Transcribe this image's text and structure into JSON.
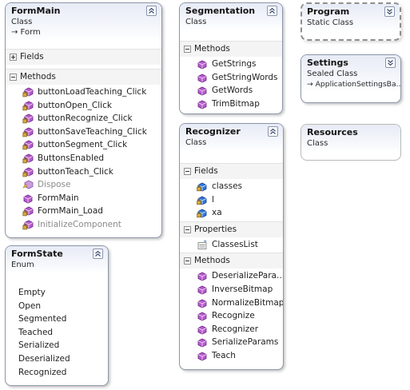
{
  "shapes": {
    "formmain": {
      "name": "FormMain",
      "kind": "Class",
      "base": "→ Form",
      "fields_label": "Fields",
      "methods_label": "Methods",
      "methods": [
        "buttonLoadTeaching_Click",
        "buttonOpen_Click",
        "buttonRecognize_Click",
        "buttonSaveTeaching_Click",
        "buttonSegment_Click",
        "ButtonsEnabled",
        "buttonTeach_Click",
        "Dispose",
        "FormMain",
        "FormMain_Load",
        "InitializeComponent"
      ]
    },
    "segmentation": {
      "name": "Segmentation",
      "kind": "Class",
      "methods_label": "Methods",
      "methods": [
        "GetStrings",
        "GetStringWords",
        "GetWords",
        "TrimBitmap"
      ]
    },
    "program": {
      "name": "Program",
      "kind": "Static Class"
    },
    "settings": {
      "name": "Settings",
      "kind": "Sealed Class",
      "base": "→ ApplicationSettingsBa..."
    },
    "recognizer": {
      "name": "Recognizer",
      "kind": "Class",
      "fields_label": "Fields",
      "fields": [
        "classes",
        "l",
        "xa"
      ],
      "properties_label": "Properties",
      "properties": [
        "ClassesList"
      ],
      "methods_label": "Methods",
      "methods": [
        "DeserializePara...",
        "InverseBitmap",
        "NormalizeBitmap",
        "Recognize",
        "Recognizer",
        "SerializeParams",
        "Teach"
      ]
    },
    "resources": {
      "name": "Resources",
      "kind": "Class"
    },
    "formstate": {
      "name": "FormState",
      "kind": "Enum",
      "values": [
        "Empty",
        "Open",
        "Segmented",
        "Teached",
        "Serialized",
        "Deserialized",
        "Recognized"
      ]
    }
  },
  "colors": {
    "method_icon": "#9b3fb3",
    "field_icon": "#1e5fcf",
    "lock_icon": "#c89a2a",
    "header_gradient": "#e7ebf6",
    "border": "#8c95a8"
  },
  "icons": {
    "collapse": "chevron-up-double-icon",
    "expand": "chevron-down-double-icon",
    "method": "method-cube-icon",
    "private_method": "private-method-icon",
    "field": "field-icon",
    "property": "property-icon"
  }
}
